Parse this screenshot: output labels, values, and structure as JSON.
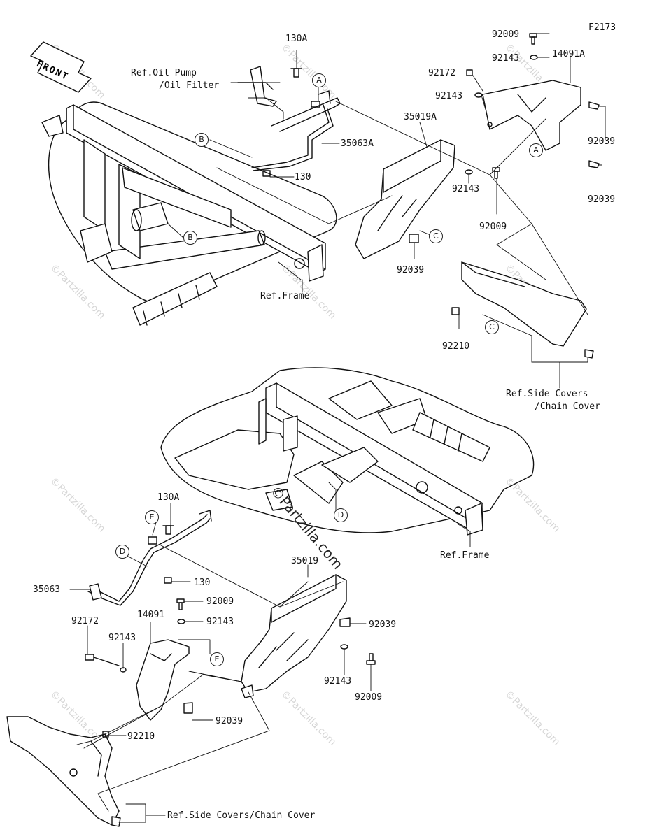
{
  "diagram_code": "F2173",
  "front_label": "FRONT",
  "watermark": "©Partzilla.com",
  "center_watermark": "©Partzilla.com",
  "callouts": [
    "A",
    "A",
    "B",
    "B",
    "C",
    "C",
    "D",
    "D",
    "E",
    "E"
  ],
  "top_section": {
    "labels": {
      "p130A": "130A",
      "ref_oil_pump_1": "Ref.Oil Pump",
      "ref_oil_pump_2": "/Oil Filter",
      "p35063A": "35063A",
      "p130": "130",
      "ref_frame": "Ref.Frame",
      "p92009_a": "92009",
      "p92143_a": "92143",
      "p14091A": "14091A",
      "p92172": "92172",
      "p92143_b": "92143",
      "p35019A": "35019A",
      "p92039_a": "92039",
      "p92039_b": "92039",
      "p92143_c": "92143",
      "p92009_b": "92009",
      "p92039_c": "92039",
      "p92210": "92210",
      "ref_side_1": "Ref.Side Covers",
      "ref_side_2": "/Chain Cover"
    }
  },
  "bottom_section": {
    "labels": {
      "p130A": "130A",
      "ref_frame": "Ref.Frame",
      "p35063": "35063",
      "p130": "130",
      "p35019": "35019",
      "p92009_a": "92009",
      "p92143_a": "92143",
      "p14091": "14091",
      "p92172": "92172",
      "p92143_b": "92143",
      "p92039_a": "92039",
      "p92143_c": "92143",
      "p92009_b": "92009",
      "p92039_b": "92039",
      "p92210": "92210",
      "ref_side": "Ref.Side Covers/Chain Cover"
    }
  }
}
